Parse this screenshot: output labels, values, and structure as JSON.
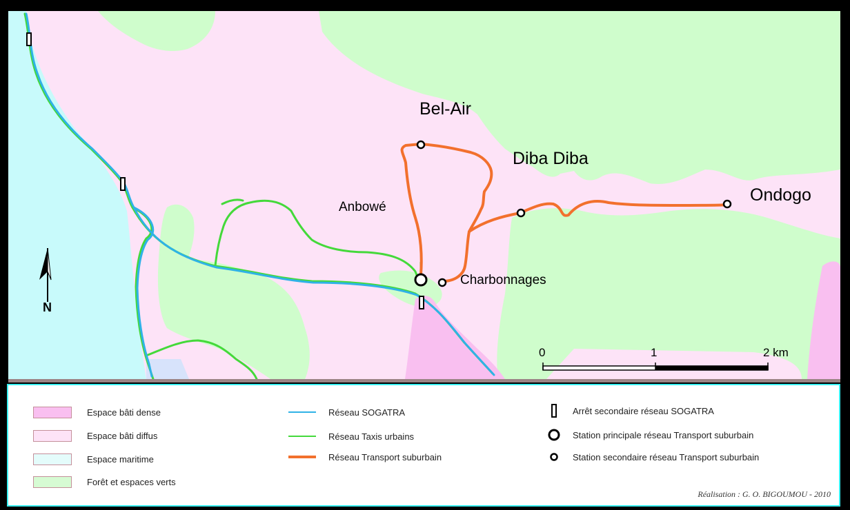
{
  "map": {
    "places": {
      "bel_air": "Bel-Air",
      "diba_diba": "Diba Diba",
      "ondogo": "Ondogo",
      "anbowe": "Anbowé",
      "charbonnages": "Charbonnages"
    },
    "north_label": "N",
    "scale": {
      "ticks": [
        "0",
        "1",
        "2 km"
      ]
    },
    "colors": {
      "dense_built": "#f9bff0",
      "diffuse_built": "#fde3f7",
      "maritime": "#c8fafb",
      "forest": "#cffdcc",
      "sogatra": "#2fb2e6",
      "taxis": "#44d93a",
      "suburban": "#f2702d"
    }
  },
  "legend": {
    "areas": [
      {
        "label": "Espace bâti dense",
        "color": "#f9bff0"
      },
      {
        "label": "Espace bâti diffus",
        "color": "#fde3f7"
      },
      {
        "label": "Espace maritime",
        "color": "#e4fcfb"
      },
      {
        "label": "Forêt et espaces verts",
        "color": "#d6fbd3"
      }
    ],
    "lines": [
      {
        "label": "Réseau SOGATRA",
        "color": "#2fb2e6"
      },
      {
        "label": "Réseau Taxis urbains",
        "color": "#44d93a"
      },
      {
        "label": "Réseau Transport suburbain",
        "color": "#f2702d"
      }
    ],
    "points": [
      {
        "label": "Arrêt secondaire réseau SOGATRA",
        "icon": "bus-stop-icon"
      },
      {
        "label": "Station principale réseau Transport suburbain",
        "icon": "main-station-icon"
      },
      {
        "label": "Station secondaire réseau Transport suburbain",
        "icon": "secondary-station-icon"
      }
    ],
    "credit": "Réalisation : G. O. BIGOUMOU - 2010"
  }
}
